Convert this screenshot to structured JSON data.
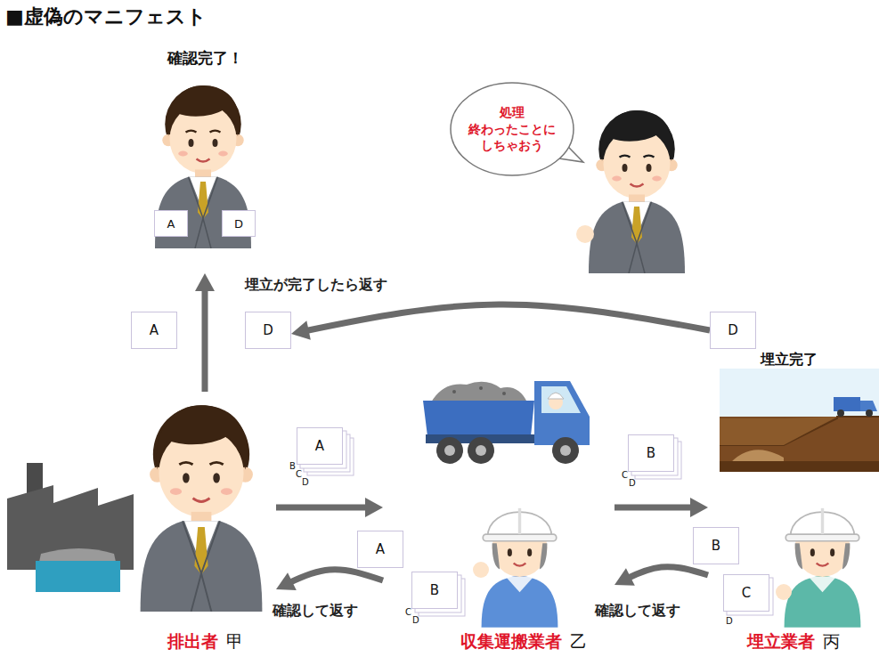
{
  "diagram": {
    "title": "■虚偽のマニフェスト",
    "nodes": [
      {
        "text": [
          "確認完了！"
        ]
      },
      {
        "text": [
          "A"
        ],
        "in": 0
      },
      {
        "text": [
          "D"
        ],
        "in": 0
      },
      {
        "text": [
          "処理 終わったことに しちゃおう"
        ]
      },
      {
        "text": [
          "A"
        ]
      },
      {
        "text": [
          "D"
        ]
      },
      {
        "text": [
          "D"
        ]
      },
      {
        "text": [
          "埋立完了"
        ]
      },
      {
        "text": [
          "排出者",
          "甲"
        ]
      },
      {
        "text": [
          "A",
          "B",
          "C",
          "D"
        ]
      },
      {
        "text": [
          "B",
          "C",
          "D"
        ]
      },
      {
        "text": [
          "A"
        ]
      },
      {
        "text": [
          "収集運搬業者",
          "乙"
        ]
      },
      {
        "text": [
          "B"
        ]
      },
      {
        "text": [
          "B",
          "C",
          "D"
        ]
      },
      {
        "text": [
          "埋立業者",
          "丙"
        ]
      },
      {
        "text": [
          "C",
          "D"
        ]
      }
    ],
    "edges": [
      {
        "from": 8,
        "to": 0,
        "arrow": "to"
      },
      {
        "from": 6,
        "to": 5,
        "arrow": "to",
        "label": "埋立が完了したら返す"
      },
      {
        "from": 8,
        "to": 12,
        "arrow": "to"
      },
      {
        "from": 12,
        "to": 8,
        "arrow": "to",
        "label": "確認して返す"
      },
      {
        "from": 12,
        "to": 15,
        "arrow": "to"
      },
      {
        "from": 15,
        "to": 12,
        "arrow": "to",
        "label": "確認して返す"
      }
    ]
  }
}
